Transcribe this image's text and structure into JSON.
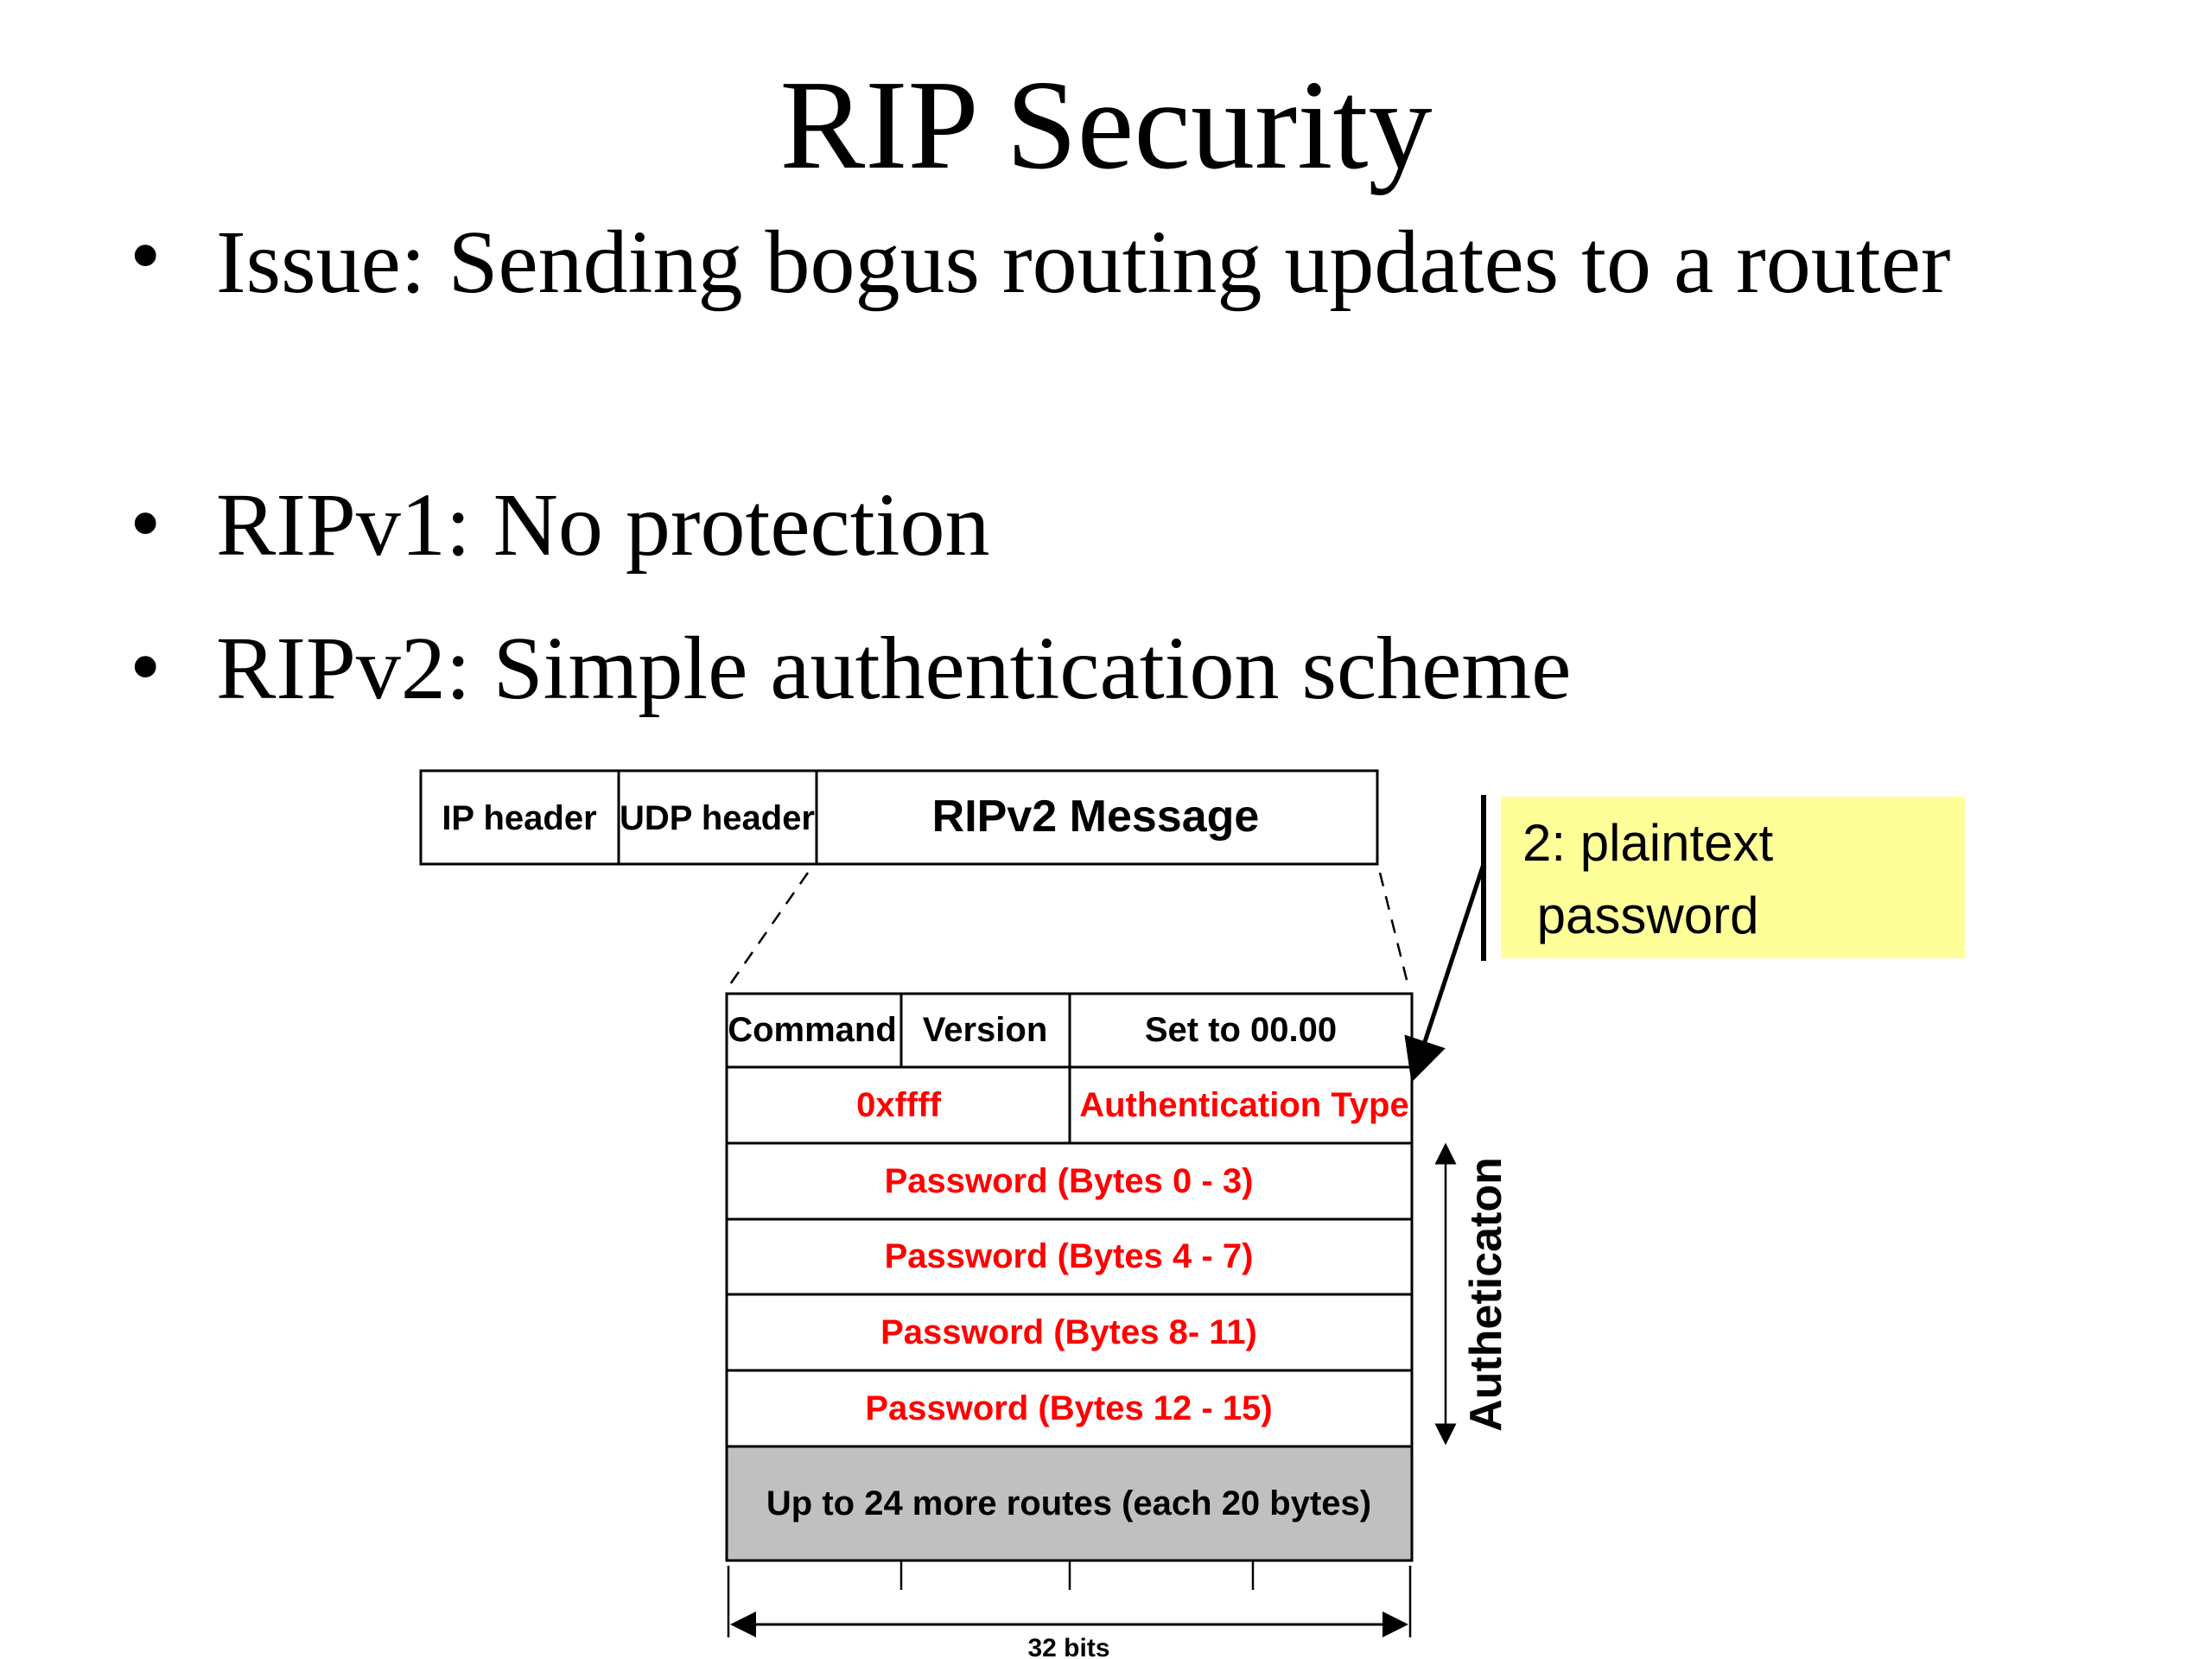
{
  "slide": {
    "title": "RIP Security",
    "bullets": [
      "Issue: Sending bogus routing updates to a router",
      "RIPv1: No protection",
      "RIPv2: Simple authentication scheme"
    ]
  },
  "diagram": {
    "header_row": {
      "ip_header": "IP header",
      "udp_header": "UDP header",
      "message": "RIPv2 Message"
    },
    "row1": {
      "command": "Command",
      "version": "Version",
      "set_to": "Set to 00.00"
    },
    "row2": {
      "oxffff": "0xffff",
      "auth_type": "Authentication Type"
    },
    "passwords": [
      "Password (Bytes 0 - 3)",
      "Password (Bytes 4 - 7)",
      "Password (Bytes 8- 11)",
      "Password (Bytes 12 - 15)"
    ],
    "routes": "Up to 24 more routes (each 20 bytes)",
    "bits_label": "32 bits",
    "side_label": "Autheticaton",
    "callout": {
      "line1": "2: plaintext",
      "line2": " password"
    }
  },
  "colors": {
    "auth_red": "#ff0000",
    "callout_yellow": "#ffff99",
    "routes_gray": "#c0c0c0"
  }
}
